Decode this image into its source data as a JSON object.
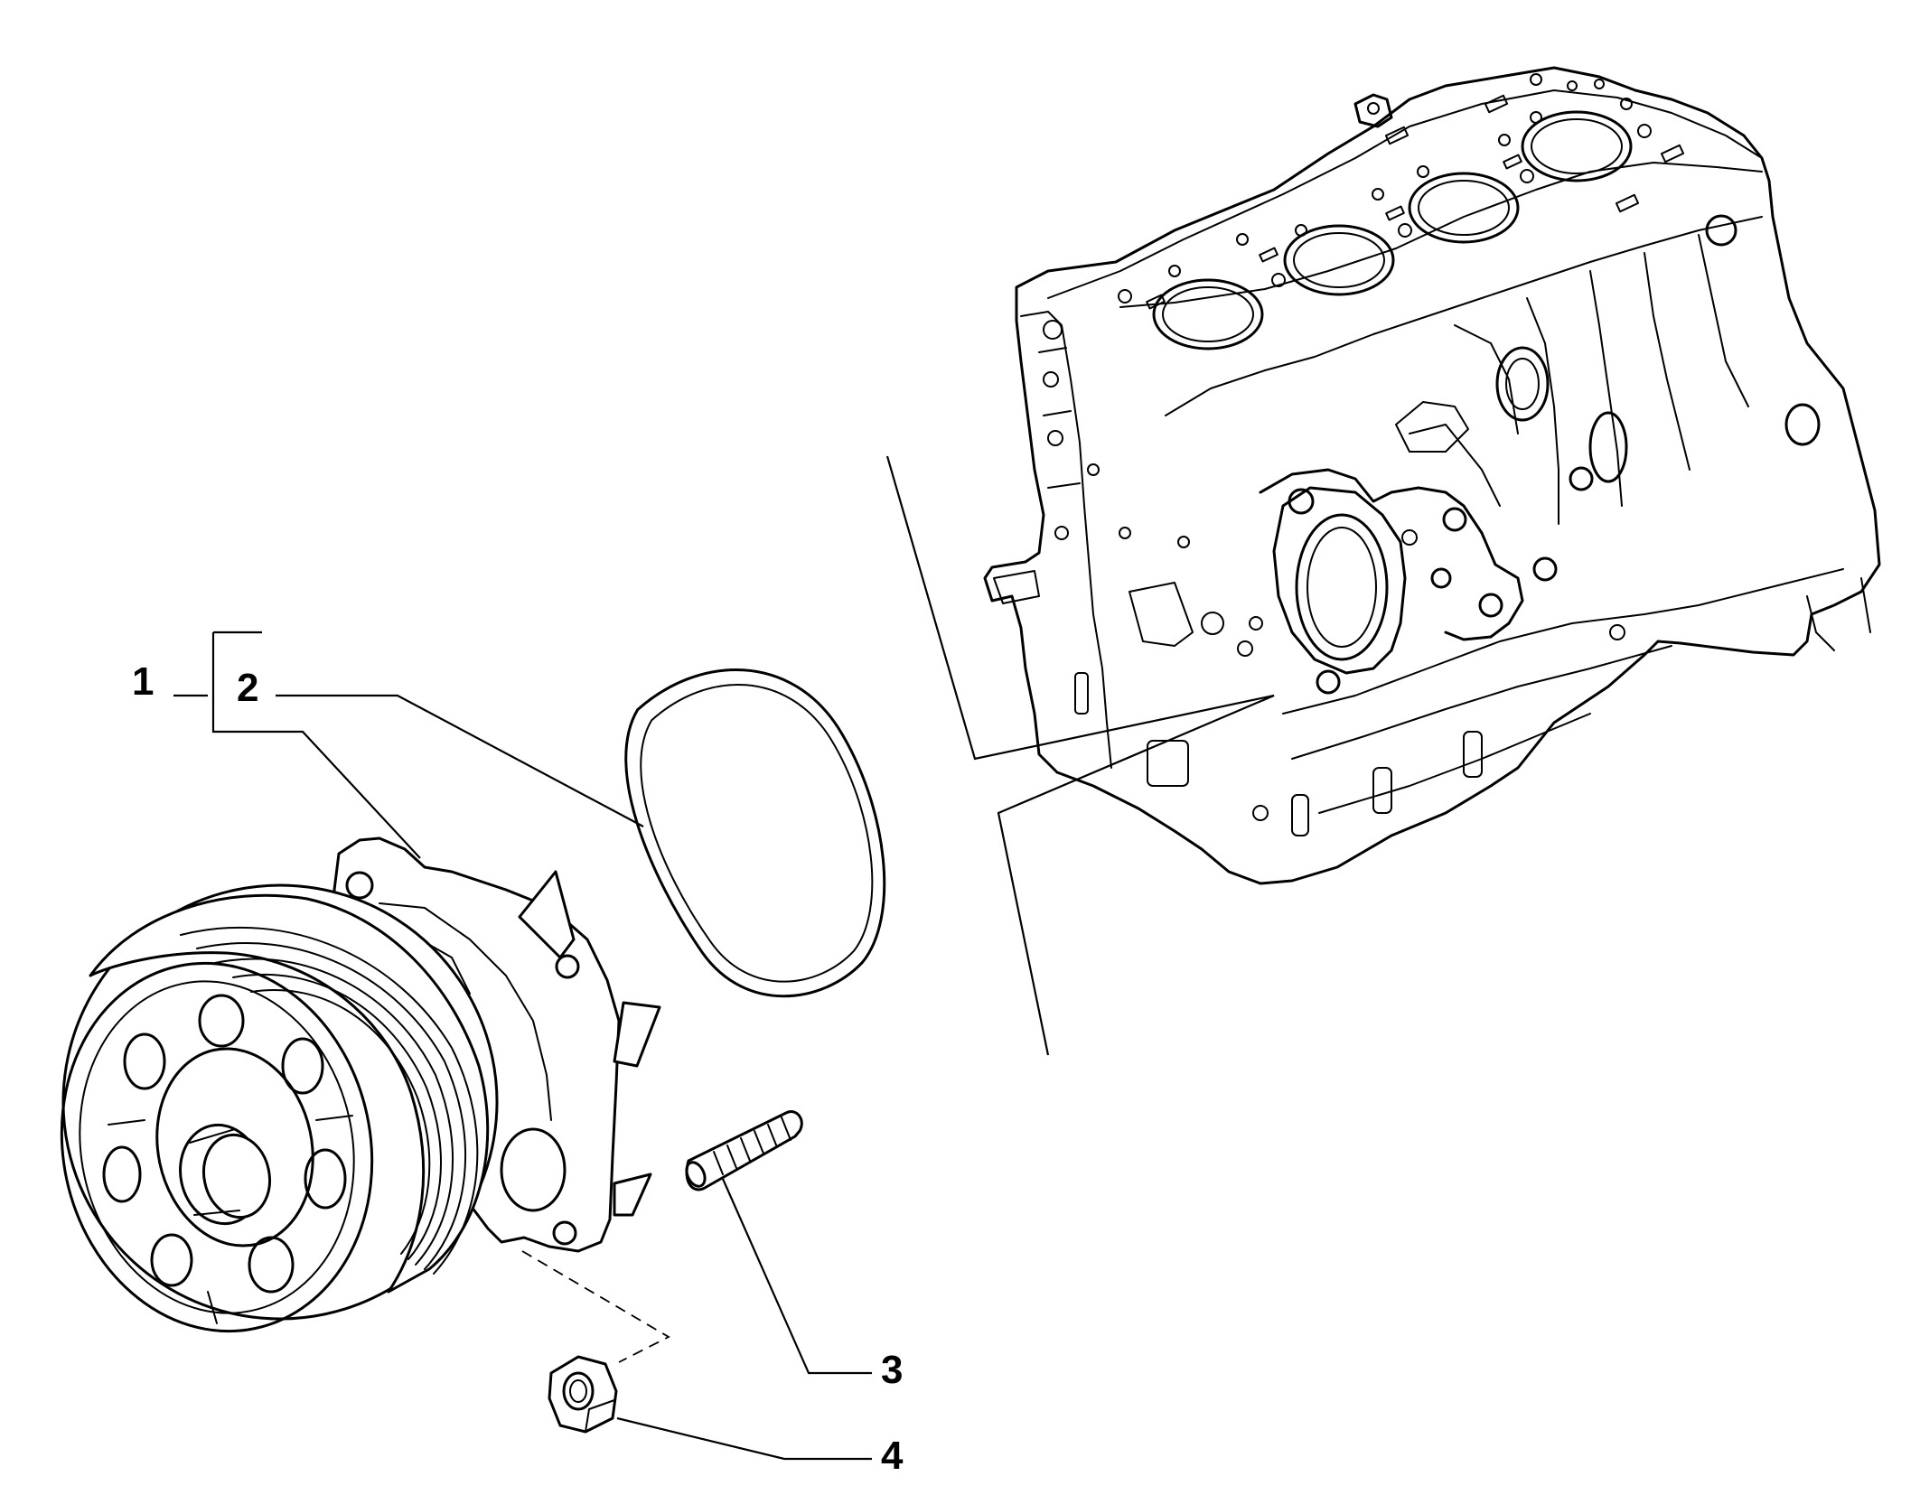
{
  "diagram": {
    "callouts": {
      "c1": "1",
      "c2": "2",
      "c3": "3",
      "c4": "4"
    }
  }
}
